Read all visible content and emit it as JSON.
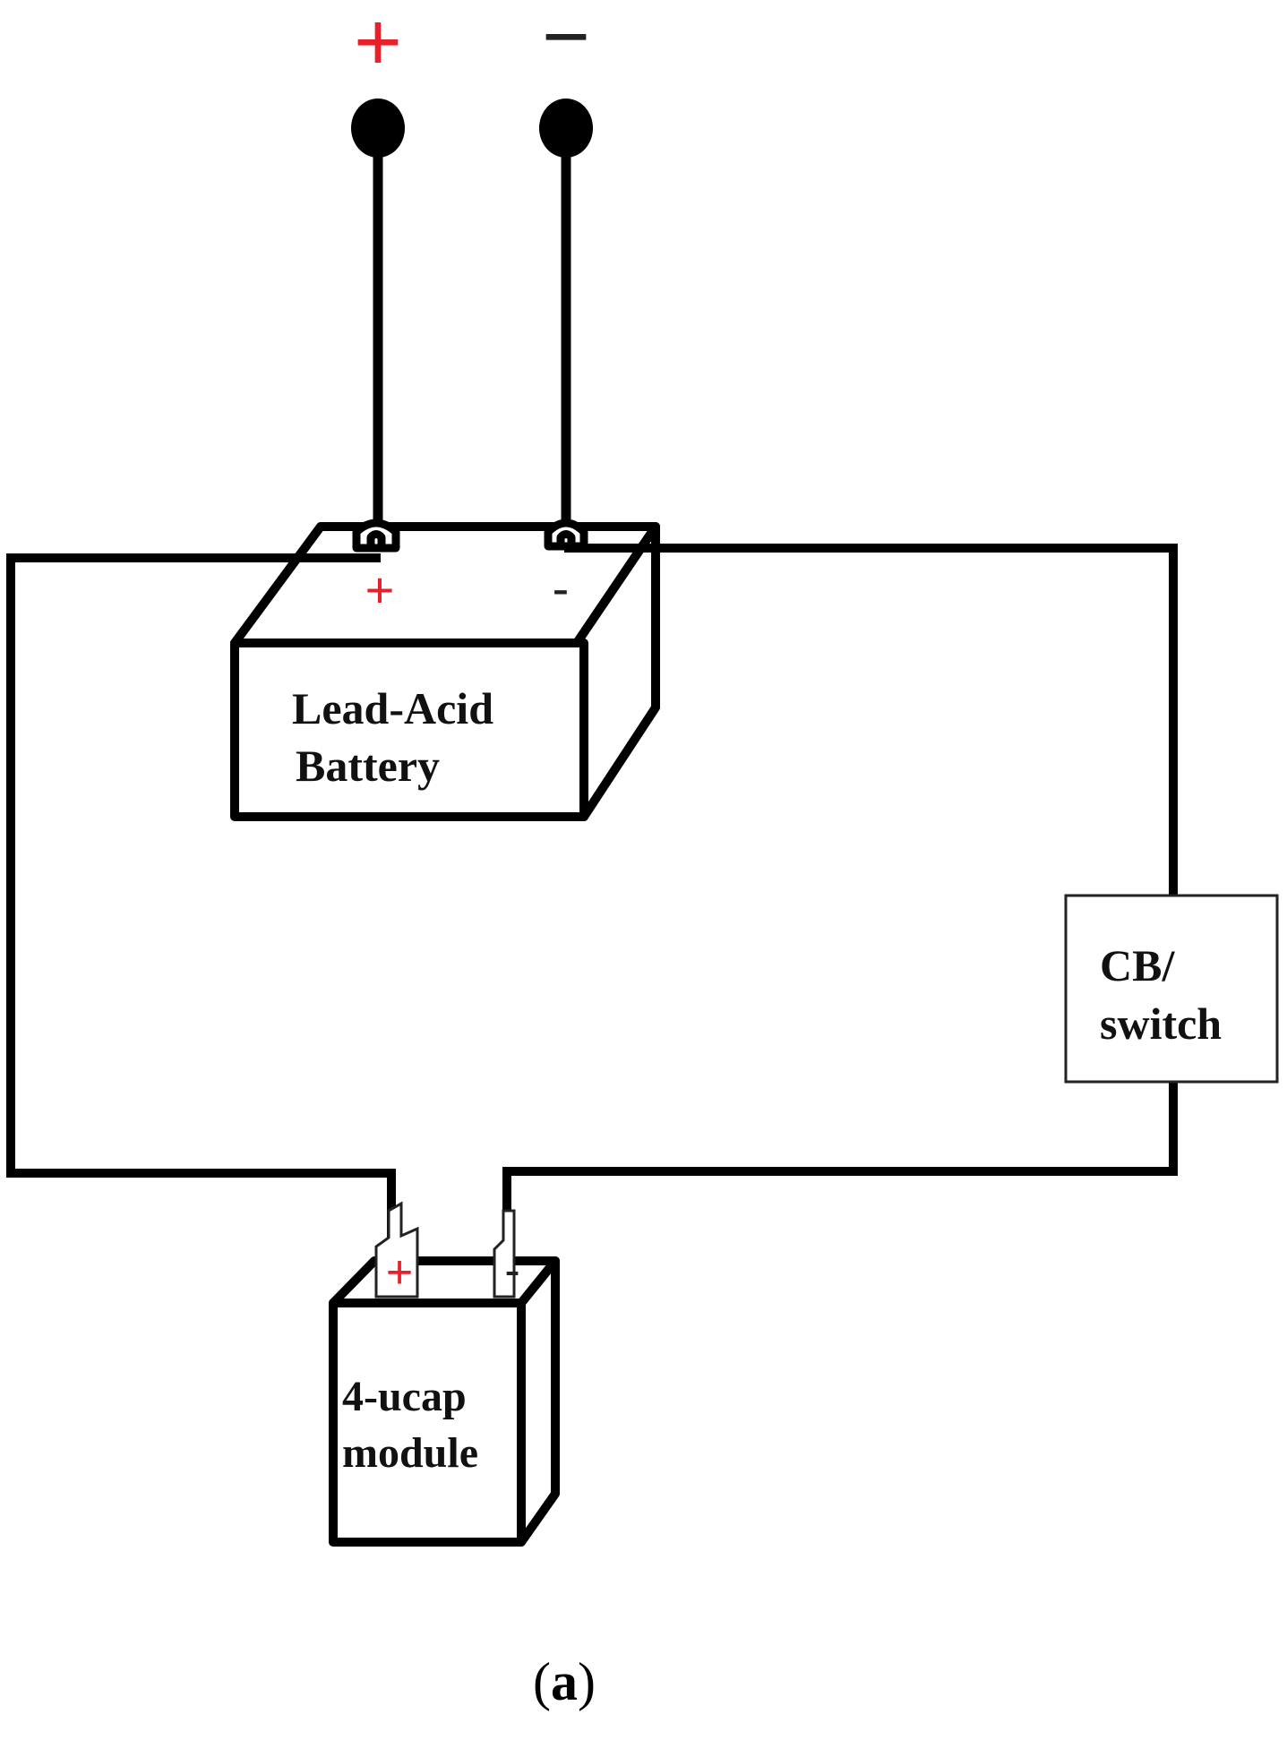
{
  "diagram": {
    "terminals": {
      "positive_symbol": "+",
      "negative_symbol": "−"
    },
    "battery": {
      "label_line1": "Lead-Acid",
      "label_line2": "Battery",
      "positive_mark": "+",
      "negative_mark": "-"
    },
    "switch": {
      "label_line1": "CB/",
      "label_line2": "switch"
    },
    "ucap": {
      "label_line1": "4-ucap",
      "label_line2": "module",
      "positive_mark": "+",
      "negative_mark": "-"
    },
    "caption": {
      "open": "(",
      "letter": "a",
      "close": ")"
    },
    "colors": {
      "positive": "#e8202a",
      "wire": "#000000"
    }
  }
}
